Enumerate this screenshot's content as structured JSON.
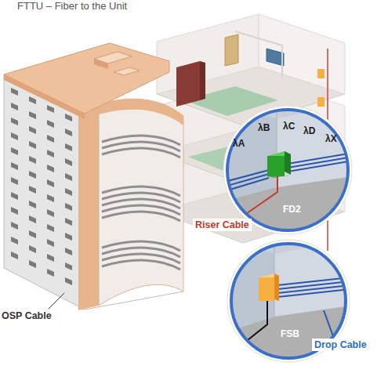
{
  "diagram": {
    "title": "FTTU – Fiber to the Unit",
    "nodes": [
      {
        "text": [
          "λB",
          "λC",
          "λA",
          "λD",
          "λX",
          "FD2"
        ]
      },
      {
        "text": [
          "FSB"
        ]
      }
    ],
    "labels": [
      "Riser Cable",
      "OSP Cable",
      "Drop Cable"
    ]
  }
}
